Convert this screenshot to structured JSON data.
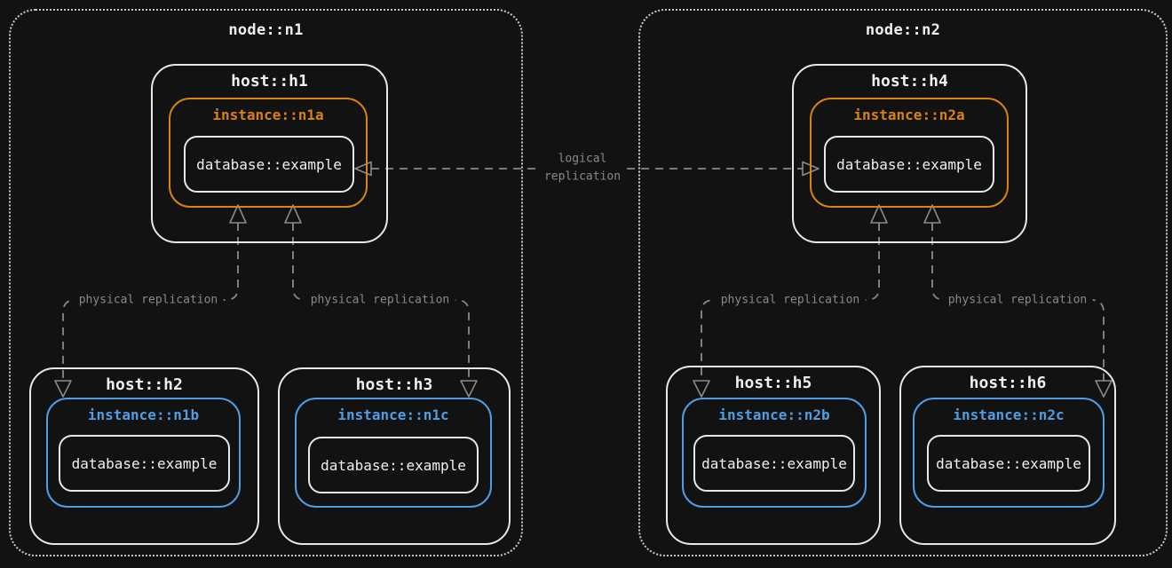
{
  "colors": {
    "background": "#121212",
    "text": "#f0f0f0",
    "stroke": "#e8e8e8",
    "dots": "#c9c9c9",
    "muted": "#8a8a8a",
    "orange": "#d9820f",
    "blue": "#4f9ee3"
  },
  "nodes": [
    {
      "label": "node::n1",
      "hosts": [
        {
          "label": "host::h1",
          "instance": "instance::n1a",
          "database": "database::example"
        },
        {
          "label": "host::h2",
          "instance": "instance::n1b",
          "database": "database::example"
        },
        {
          "label": "host::h3",
          "instance": "instance::n1c",
          "database": "database::example"
        }
      ]
    },
    {
      "label": "node::n2",
      "hosts": [
        {
          "label": "host::h4",
          "instance": "instance::n2a",
          "database": "database::example"
        },
        {
          "label": "host::h5",
          "instance": "instance::n2b",
          "database": "database::example"
        },
        {
          "label": "host::h6",
          "instance": "instance::n2c",
          "database": "database::example"
        }
      ]
    }
  ],
  "edges": {
    "logical": {
      "line1": "logical",
      "line2": "replication"
    },
    "physical": [
      "physical replication",
      "physical replication",
      "physical replication",
      "physical replication"
    ]
  }
}
